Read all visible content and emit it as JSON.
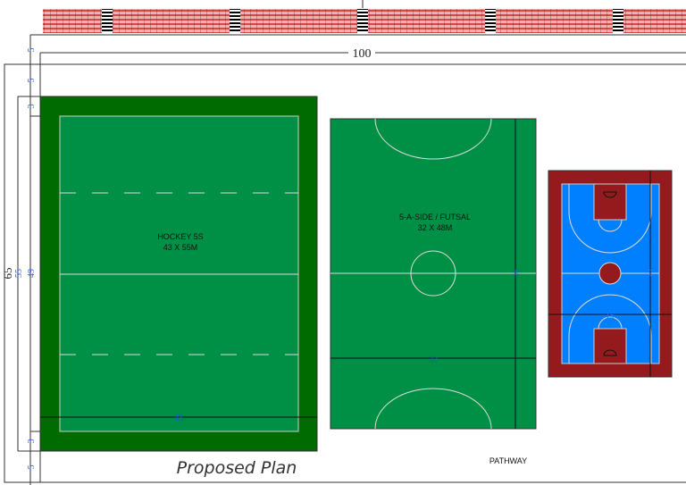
{
  "title": "Proposed Plan",
  "colors": {
    "hockey_outer": "#006b00",
    "field": "#009045",
    "court_outer": "#951a1d",
    "court_inner": "#0080ff",
    "seats": "#e06060",
    "dimension_text": "#3a6cf0"
  },
  "dimensions": {
    "overall_width": "100",
    "overall_height": "65",
    "top_setback": "5",
    "top_margin": "5",
    "runoff_top": "3",
    "runoff_bottom": "3",
    "bottom_margin": "5",
    "hockey_length_outer": "55",
    "hockey_length_inner": "49",
    "hockey_width": "43",
    "futsal_length": "48",
    "futsal_width": "32",
    "court_length": "32",
    "court_width": "15"
  },
  "facilities": {
    "hockey": {
      "name": "HOCKEY 5S",
      "size": "43 X 55M"
    },
    "futsal": {
      "name": "5-A-SIDE / FUTSAL",
      "size": "32 X 48M"
    },
    "pathway": "PATHWAY"
  }
}
